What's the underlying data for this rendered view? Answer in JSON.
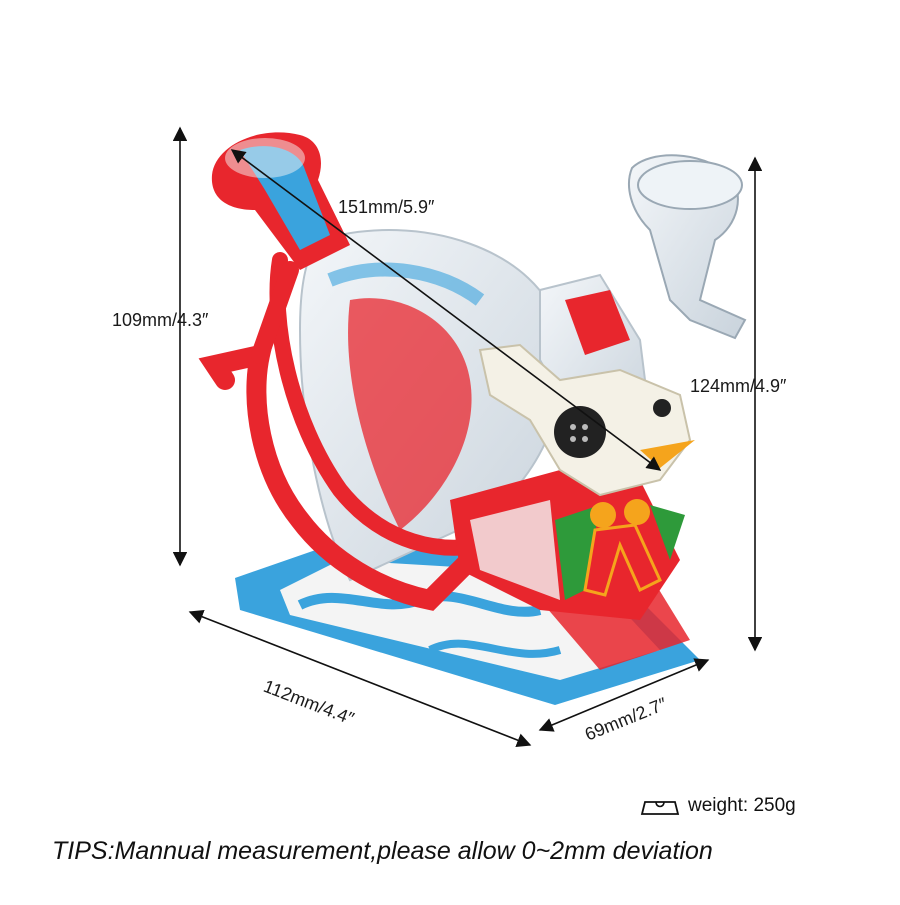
{
  "measurements": {
    "diagonal": "151mm/5.9″",
    "height_left": "109mm/4.3″",
    "height_right": "124mm/4.9″",
    "width": "112mm/4.4″",
    "depth": "69mm/2.7″"
  },
  "weight": {
    "icon": "scale-icon",
    "label": "weight: 250g"
  },
  "tips": "TIPS:Mannual measurement,please allow 0~2mm deviation",
  "colors": {
    "silicone_red": "#e8262d",
    "silicone_blue": "#3aa3dd",
    "silicone_white": "#f4f4f4",
    "glass": "#dfe6ec",
    "accent_orange": "#f5a41c",
    "accent_green": "#2e9a3a",
    "arrow": "#111111"
  }
}
